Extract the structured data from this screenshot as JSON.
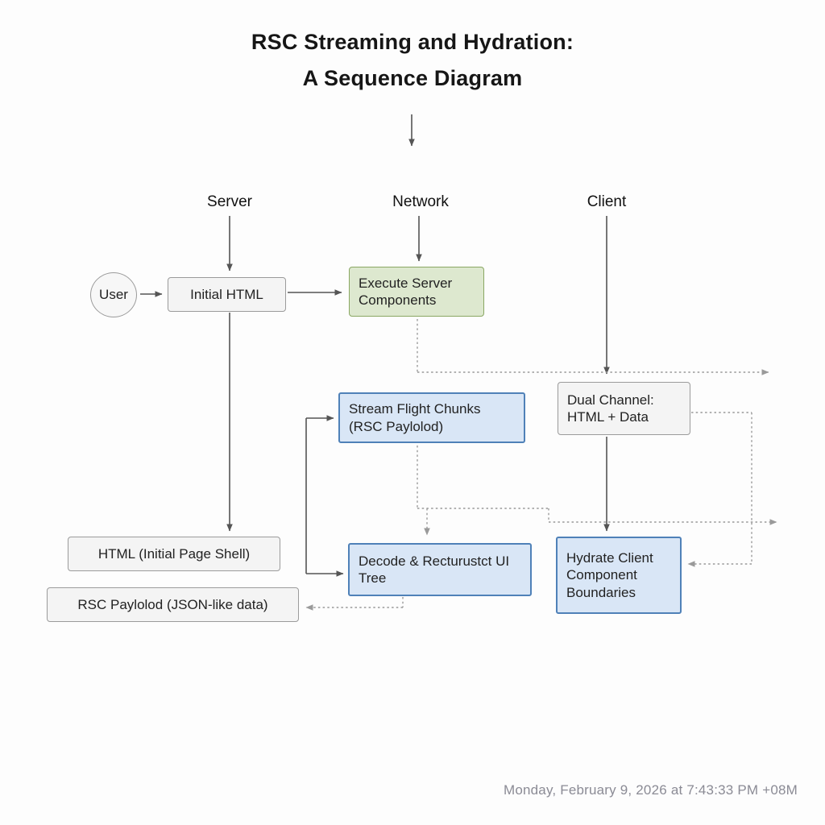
{
  "title": {
    "line1": "RSC Streaming and Hydration:",
    "line2": "A Sequence Diagram"
  },
  "lanes": [
    {
      "label": "Server"
    },
    {
      "label": "Network"
    },
    {
      "label": "Client"
    }
  ],
  "nodes": {
    "user": {
      "label": "User"
    },
    "initial_html": {
      "label": "Initial HTML"
    },
    "execute_server_components": {
      "label": "Execute Server Components"
    },
    "stream_flight_chunks": {
      "label": "Stream Flight Chunks (RSC Paylolod)"
    },
    "dual_channel": {
      "label": "Dual Channel: HTML + Data"
    },
    "html_shell": {
      "label": "HTML (Initial Page Shell)"
    },
    "rsc_payload": {
      "label": "RSC Paylolod (JSON-like data)"
    },
    "decode_reconstruct": {
      "label": "Decode & Recturustct UI Tree"
    },
    "hydrate_client": {
      "label": "Hydrate Client Component Boundaries"
    }
  },
  "footer": {
    "timestamp": "Monday, February 9, 2026 at 7:43:33 PM +08M"
  },
  "colors": {
    "node_gray_fill": "#f4f4f4",
    "node_gray_border": "#9b9b9b",
    "node_green_fill": "#dde8cf",
    "node_green_border": "#8aa763",
    "node_blue_fill": "#d9e6f6",
    "node_blue_border": "#4f81b8",
    "solid_arrow": "#555555",
    "dashed_arrow": "#9a9a9a",
    "footer_text": "#8b8b95"
  }
}
